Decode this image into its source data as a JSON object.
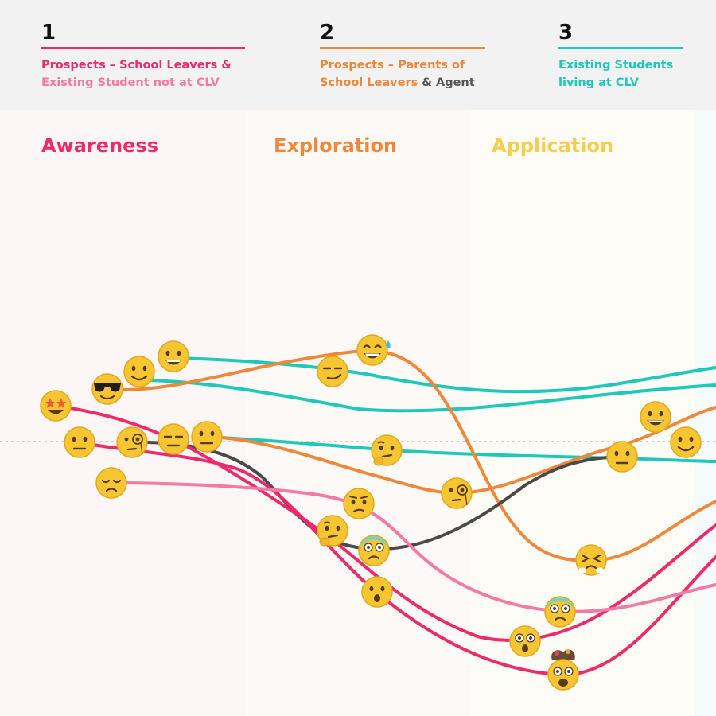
{
  "colors": {
    "persona1": "#ef2a6a",
    "persona1_light": "#f47aa4",
    "persona2": "#f0873a",
    "persona_agent": "#555555",
    "persona3": "#1ec9ba",
    "awareness": "#ee2a6b",
    "exploration": "#f0873a",
    "application": "#f5cd50"
  },
  "personas": [
    {
      "number": "1",
      "desc_part1": "Prospects – School Leavers &",
      "desc_part2": "Existing Student not at CLV"
    },
    {
      "number": "2",
      "desc_part1": "Prospects – Parents of",
      "desc_part2": "School Leavers",
      "desc_part3": "& Agent"
    },
    {
      "number": "3",
      "desc_part1": "Existing Students",
      "desc_part2": "living at CLV"
    }
  ],
  "stages": [
    {
      "label": "Awareness"
    },
    {
      "label": "Exploration"
    },
    {
      "label": "Application"
    }
  ],
  "emojis": [
    {
      "name": "star-struck-emoji",
      "expression": "star-struck"
    },
    {
      "name": "neutral-face-emoji",
      "expression": "neutral"
    },
    {
      "name": "pensive-face-emoji",
      "expression": "sad"
    },
    {
      "name": "smiling-sunglasses-emoji",
      "expression": "cool"
    },
    {
      "name": "slight-smile-emoji",
      "expression": "smile"
    },
    {
      "name": "grinning-face-emoji",
      "expression": "grin"
    },
    {
      "name": "monocle-face-emoji",
      "expression": "monocle"
    },
    {
      "name": "expressionless-face-emoji",
      "expression": "expressionless"
    },
    {
      "name": "neutral-face-emoji",
      "expression": "neutral"
    },
    {
      "name": "grinning-sweat-emoji",
      "expression": "grin-sweat"
    },
    {
      "name": "smirking-face-emoji",
      "expression": "smirk"
    },
    {
      "name": "thinking-face-emoji",
      "expression": "thinking"
    },
    {
      "name": "confused-face-emoji",
      "expression": "confused"
    },
    {
      "name": "thinking-face-emoji",
      "expression": "thinking"
    },
    {
      "name": "fearful-face-emoji",
      "expression": "fearful"
    },
    {
      "name": "hushed-face-emoji",
      "expression": "hushed"
    },
    {
      "name": "monocle-face-emoji",
      "expression": "monocle"
    },
    {
      "name": "persevering-face-emoji",
      "expression": "persevere"
    },
    {
      "name": "fearful-face-emoji",
      "expression": "fearful"
    },
    {
      "name": "astonished-face-emoji",
      "expression": "astonished"
    },
    {
      "name": "exploding-head-emoji",
      "expression": "exploding"
    },
    {
      "name": "neutral-face-emoji",
      "expression": "neutral"
    },
    {
      "name": "grinning-face-emoji",
      "expression": "grin"
    },
    {
      "name": "slight-smile-emoji",
      "expression": "smile"
    }
  ]
}
